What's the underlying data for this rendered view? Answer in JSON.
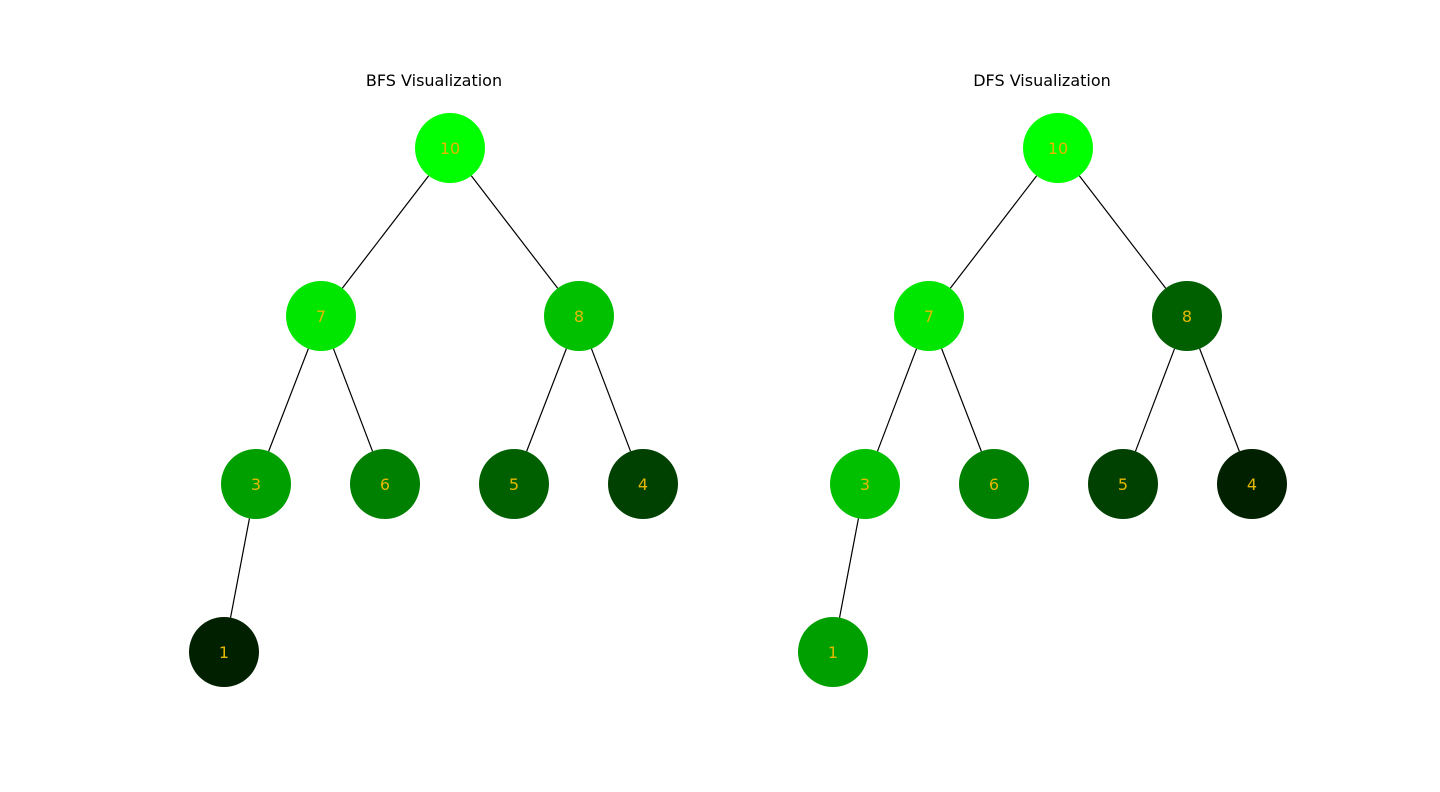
{
  "label_color": "#e6b800",
  "edge_color": "#000000",
  "panels": [
    {
      "key": "bfs",
      "title": "BFS Visualization",
      "nodes": [
        {
          "id": "10",
          "label": "10",
          "color": "#00ff00"
        },
        {
          "id": "7",
          "label": "7",
          "color": "#00e600"
        },
        {
          "id": "8",
          "label": "8",
          "color": "#00c000"
        },
        {
          "id": "3",
          "label": "3",
          "color": "#009f00"
        },
        {
          "id": "6",
          "label": "6",
          "color": "#008000"
        },
        {
          "id": "5",
          "label": "5",
          "color": "#006000"
        },
        {
          "id": "4",
          "label": "4",
          "color": "#004000"
        },
        {
          "id": "1",
          "label": "1",
          "color": "#002000"
        }
      ],
      "edges": [
        [
          "10",
          "7"
        ],
        [
          "10",
          "8"
        ],
        [
          "7",
          "3"
        ],
        [
          "7",
          "6"
        ],
        [
          "8",
          "5"
        ],
        [
          "8",
          "4"
        ],
        [
          "3",
          "1"
        ]
      ]
    },
    {
      "key": "dfs",
      "title": "DFS Visualization",
      "nodes": [
        {
          "id": "10",
          "label": "10",
          "color": "#00ff00"
        },
        {
          "id": "7",
          "label": "7",
          "color": "#00e600"
        },
        {
          "id": "8",
          "label": "8",
          "color": "#006000"
        },
        {
          "id": "3",
          "label": "3",
          "color": "#00c000"
        },
        {
          "id": "6",
          "label": "6",
          "color": "#008000"
        },
        {
          "id": "5",
          "label": "5",
          "color": "#004000"
        },
        {
          "id": "4",
          "label": "4",
          "color": "#002000"
        },
        {
          "id": "1",
          "label": "1",
          "color": "#009f00"
        }
      ],
      "edges": [
        [
          "10",
          "7"
        ],
        [
          "10",
          "8"
        ],
        [
          "7",
          "3"
        ],
        [
          "7",
          "6"
        ],
        [
          "8",
          "5"
        ],
        [
          "8",
          "4"
        ],
        [
          "3",
          "1"
        ]
      ]
    }
  ]
}
